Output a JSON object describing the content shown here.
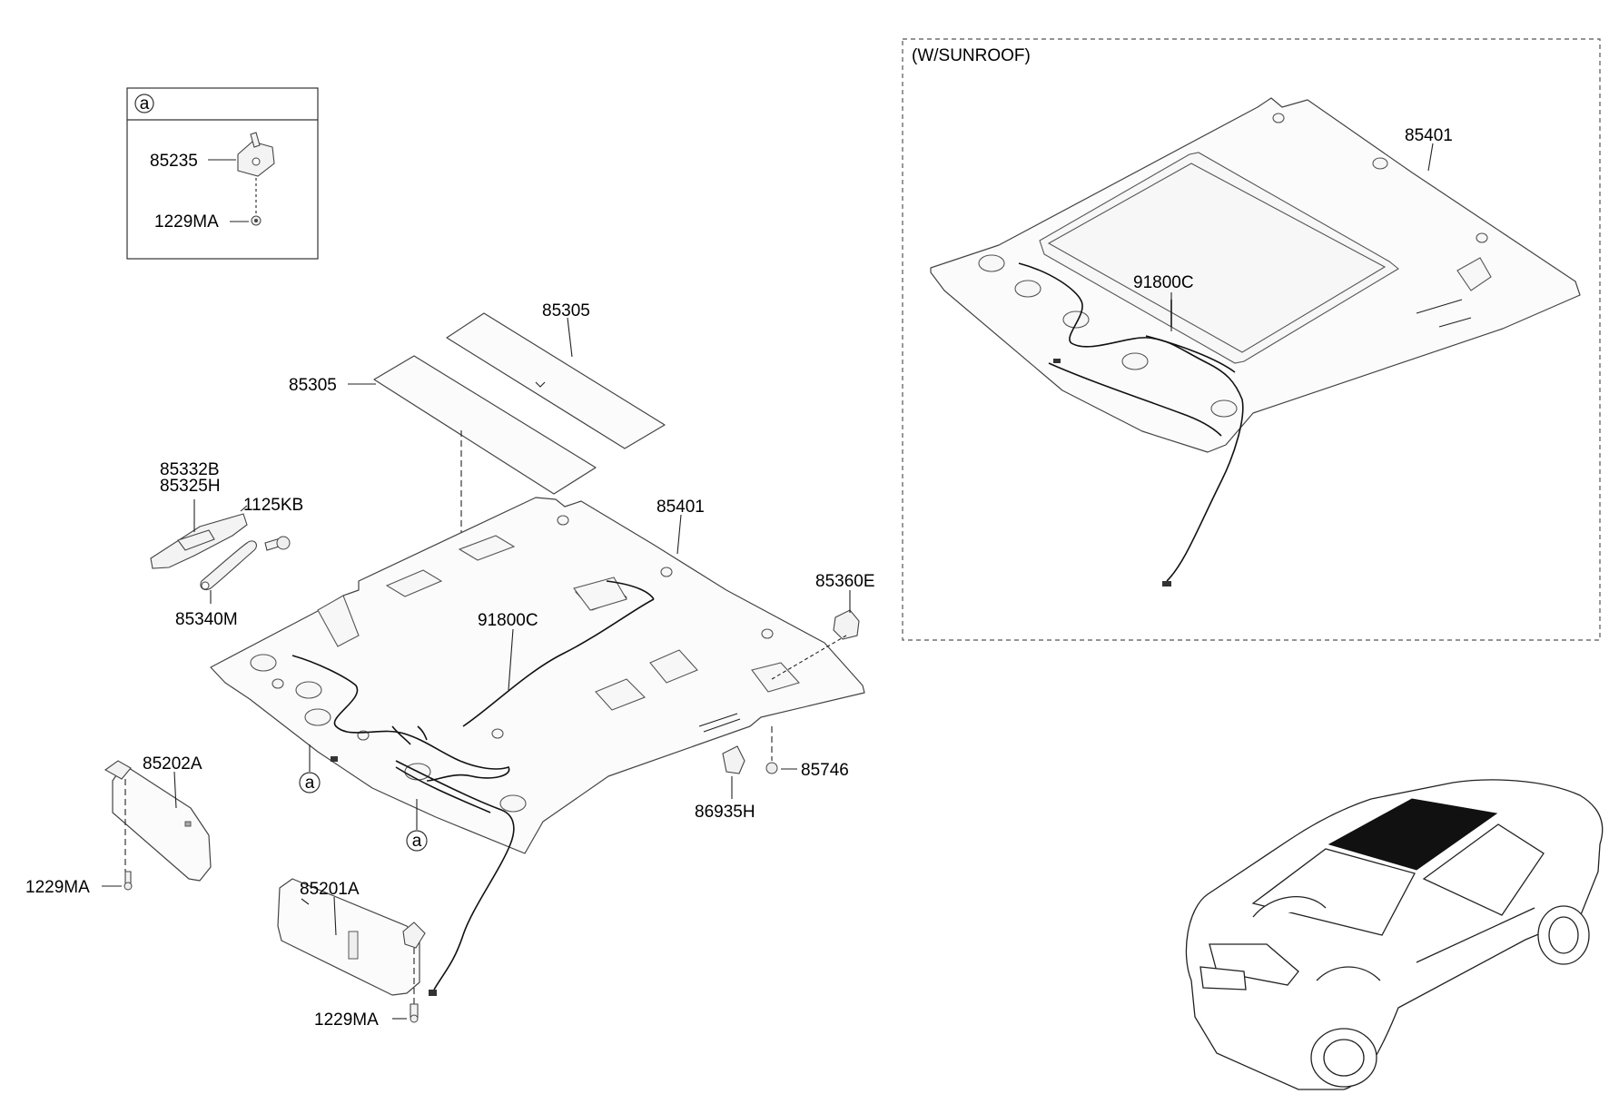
{
  "diagram": {
    "detail_box": {
      "marker": "a",
      "labels": [
        "85235",
        "1229MA"
      ]
    },
    "sunroof_box": {
      "title": "(W/SUNROOF)",
      "labels": {
        "headliner": "85401",
        "wiring": "91800C"
      }
    },
    "labels": {
      "pad_rear": "85305",
      "pad_front": "85305",
      "bracket_a": "85332B",
      "bracket_b": "85325H",
      "bolt": "1125KB",
      "grip": "85340M",
      "headliner": "85401",
      "wiring": "91800C",
      "clip_e": "85360E",
      "visor_left": "85202A",
      "visor_right": "85201A",
      "screw_left": "1229MA",
      "screw_right": "1229MA",
      "fastener": "85746",
      "holder": "86935H",
      "marker_1": "a",
      "marker_2": "a"
    }
  }
}
